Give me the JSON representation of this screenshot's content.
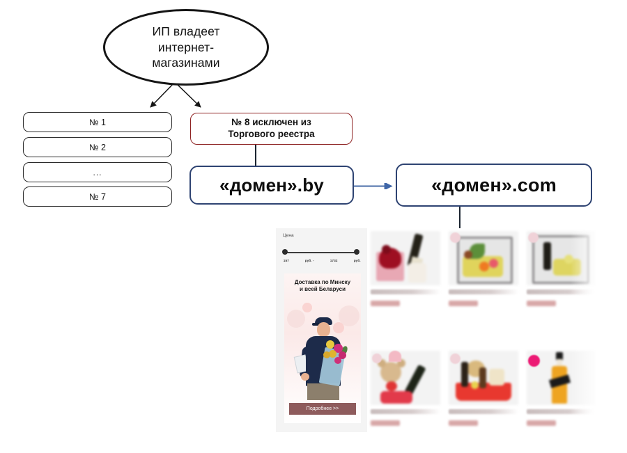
{
  "diagram": {
    "root": {
      "label": "ИП владеет интернет-магазинами",
      "line1": "ИП владеет",
      "line2": "интернет-",
      "line3": "магазинами"
    },
    "shops": [
      {
        "label": "№ 1"
      },
      {
        "label": "№ 2"
      },
      {
        "label": "..."
      },
      {
        "label": "№ 7"
      }
    ],
    "excluded": {
      "line1": "№ 8 исключен из",
      "line2": "Торгового реестра",
      "border_color": "#8e2222"
    },
    "domains": {
      "old": "«домен».by",
      "new": "«домен».com",
      "border_color": "#2e4372",
      "arrow_color": "#4a6ea8"
    }
  },
  "site_screenshot": {
    "sidebar": {
      "price_filter": {
        "label": "Цена",
        "min_value": "157",
        "min_unit": "руб. -",
        "max_value": "1732",
        "max_unit": "руб."
      },
      "banner": {
        "line1": "Доставка по Минску",
        "line2": "и всей Беларуси",
        "button_label": "Подробнее >>",
        "button_color": "#8e5b5c"
      }
    },
    "products": [
      {
        "name": "",
        "price": "",
        "art": "roses-champagne",
        "badge": "none"
      },
      {
        "name": "",
        "price": "",
        "art": "fruit-basket",
        "badge": "pale"
      },
      {
        "name": "",
        "price": "",
        "art": "fruit-basket-bottle",
        "badge": "pale"
      },
      {
        "name": "",
        "price": "",
        "art": "teddy-champagne",
        "badge": "pale-arc"
      },
      {
        "name": "",
        "price": "",
        "art": "red-basket",
        "badge": "pale"
      },
      {
        "name": "",
        "price": "",
        "art": "whisky-bottle",
        "badge": "hot"
      }
    ]
  }
}
